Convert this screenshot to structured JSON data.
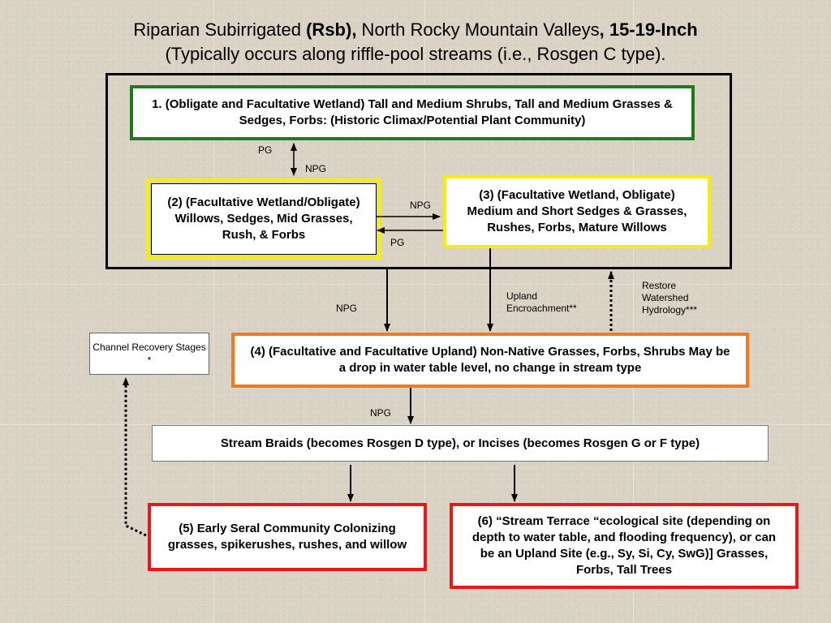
{
  "title": {
    "line1_part1": "Riparian Subirrigated ",
    "line1_bold1": "(Rsb),",
    "line1_part2": " North Rocky Mountain Valleys",
    "line1_bold2": ", 15-19-Inch",
    "line2": "(Typically occurs along riffle-pool streams (i.e., Rosgen C type)."
  },
  "boxes": {
    "box1": "1.  (Obligate and Facultative Wetland) Tall and Medium Shrubs, Tall and Medium Grasses & Sedges, Forbs:  (Historic Climax/Potential Plant Community)",
    "box2": "(2)  (Facultative Wetland/Obligate) Willows, Sedges, Mid Grasses, Rush, & Forbs",
    "box3": "(3)  (Facultative Wetland, Obligate) Medium  and Short Sedges & Grasses, Rushes, Forbs, Mature Willows",
    "box4": "(4)  (Facultative and Facultative Upland) Non-Native Grasses, Forbs, Shrubs May be a drop in water table level, no change in stream type",
    "stream": "Stream Braids (becomes Rosgen D type), or Incises (becomes Rosgen G or F type)",
    "box5": "(5) Early Seral Community Colonizing grasses, spikerushes, rushes, and willow",
    "box6": "(6) “Stream Terrace “ecological site (depending on depth to water table, and flooding frequency), or can be an Upland Site (e.g., Sy, Si, Cy, SwG)] Grasses, Forbs, Tall Trees",
    "channel": "Channel Recovery Stages *"
  },
  "labels": {
    "pg_1_2": "PG",
    "npg_1_2": "NPG",
    "npg_2_3": "NPG",
    "pg_3_2": "PG",
    "npg_2_4": "NPG",
    "upland_encroachment": "Upland Encroachment**",
    "restore_watershed": "Restore Watershed Hydrology***",
    "npg_4_stream": "NPG"
  },
  "colors": {
    "green_border": "#1f7a1a",
    "yellow_border": "#f5f000",
    "orange_border": "#f07a1e",
    "red_border": "#e81818",
    "background": "#d9d2c5"
  }
}
